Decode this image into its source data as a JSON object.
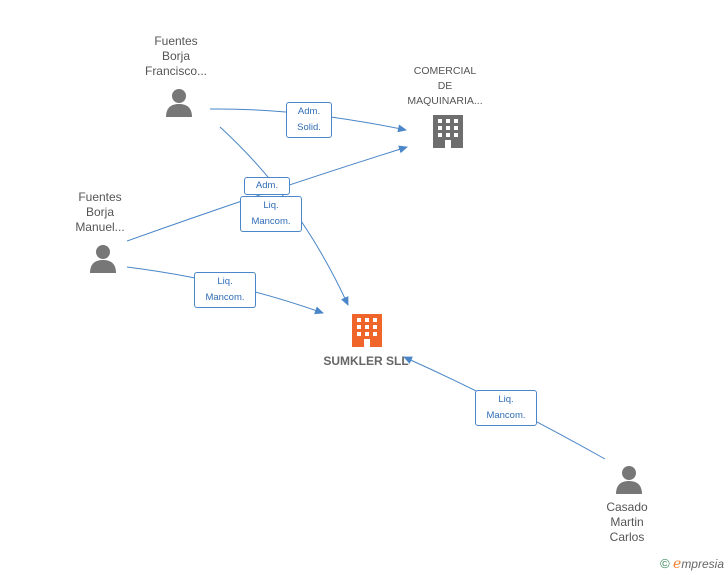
{
  "nodes": {
    "person_francisco": {
      "label": "Fuentes\nBorja\nFrancisco..."
    },
    "person_manuel": {
      "label": "Fuentes\nBorja\nManuel..."
    },
    "person_casado": {
      "label": "Casado\nMartin\nCarlos"
    },
    "company_comercial": {
      "label": "COMERCIAL\nDE\nMAQUINARIA..."
    },
    "company_sumkler": {
      "label": "SUMKLER SLL"
    }
  },
  "edges": {
    "adm_solid": {
      "label": "Adm.\nSolid."
    },
    "adm": {
      "label": "Adm."
    },
    "liq_mancom_1": {
      "label": "Liq.\nMancom."
    },
    "liq_mancom_2": {
      "label": "Liq.\nMancom."
    },
    "liq_mancom_3": {
      "label": "Liq.\nMancom."
    }
  },
  "colors": {
    "edge": "#4a86c8",
    "person_icon": "#777777",
    "company_icon": "#666666",
    "main_company_icon": "#f0652a"
  },
  "watermark": {
    "copyright": "©",
    "brand_initial": "e",
    "brand_rest": "mpresia"
  }
}
